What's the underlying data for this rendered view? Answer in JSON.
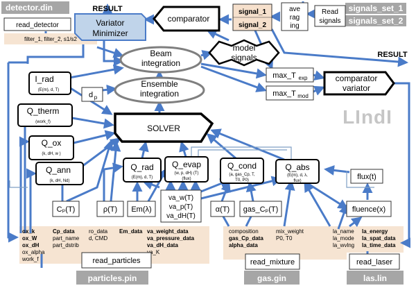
{
  "colors": {
    "arrow": "#4a7bc8",
    "file_tag": "#a6a6a6",
    "input_panel": "#f6e4d2",
    "minimizer_fill": "#c0d4ea",
    "signal_fill": "#f6e0cc",
    "watermark": "#c6c6c6"
  },
  "file_tags": {
    "detector": "detector.din",
    "signals_set_1": "signals_set_1",
    "signals_set_2": "signals_set_2",
    "particles": "particles.pin",
    "gas": "gas.gin",
    "laser": "las.lin"
  },
  "watermark": "LIndI",
  "result_top": "RESULT",
  "result_right": "RESULT",
  "variator": {
    "line1": "Variator",
    "line2": "Minimizer"
  },
  "comparator": "comparator",
  "signals": {
    "s1": "signal_1",
    "s2": "signal_2"
  },
  "averaging": {
    "l1": "ave",
    "l2": "rag",
    "l3": "ing"
  },
  "read_signals": {
    "l1": "Read",
    "l2": "signals"
  },
  "read_detector": "read_detector",
  "detector_params": "filter_1, filter_2, s1/s2",
  "beam": {
    "l1": "Beam",
    "l2": "integration"
  },
  "model_signals": {
    "l1": "model",
    "l2": "signals"
  },
  "ensemble": {
    "l1": "Ensemble",
    "l2": "integration"
  },
  "max_texp": {
    "main": "max_T",
    "sub": "exp"
  },
  "max_tmod": {
    "main": "max_T",
    "sub": "mod"
  },
  "comparator_variator": {
    "l1": "comparator",
    "l2": "variator"
  },
  "i_rad": {
    "title": "I_rad",
    "sub": "(E(m), d, T)"
  },
  "d_p": {
    "main": "d",
    "sub": "p"
  },
  "q_therm": {
    "title": "Q_therm",
    "sub": "(work_f)"
  },
  "solver": "SOLVER",
  "q_ox": {
    "title": "Q_ox",
    "sub": "(k, dH, w )"
  },
  "q_ann": {
    "title": "Q_ann",
    "sub": "(k, dH, Nd)"
  },
  "q_rad": {
    "title": "Q_rad",
    "sub": "(E(m), d, T)"
  },
  "q_evap": {
    "title": "Q_evap",
    "sub1": "(w, p, dH) (T)",
    "sub2": "(flux)"
  },
  "q_cond": {
    "title": "Q_cond",
    "sub1": "(a, gas_Cp, T,",
    "sub2": "T0, P0)"
  },
  "q_abs": {
    "title": "Q_abs",
    "sub1": "(E(m), d, λ,",
    "sub2": "flux)"
  },
  "flux": "flux(t)",
  "fluence": "fluence(x)",
  "cp": "Cₚ(T)",
  "rho": "ρ(T)",
  "em": "Em(λ)",
  "va": {
    "w": "va_w(T)",
    "p": "va_p(T)",
    "dh": "va_dH(T)"
  },
  "alpha": "α(T)",
  "gas_cp": "gas_Cₚ(T)",
  "inputs": {
    "ox": [
      "ox_k",
      "ox_W",
      "ox_dH",
      "ox_alpha",
      "work_f"
    ],
    "cp": [
      "Cp_data",
      "part_name",
      "part_dstrib"
    ],
    "ro": [
      "ro_data",
      "d, CMD"
    ],
    "em": [
      "Em_data"
    ],
    "va": [
      "va_weight_data",
      "va_pressure_data",
      "va_dH_data",
      "va_K"
    ],
    "gas": [
      "composition",
      "gas_Cp_data",
      "alpha_data"
    ],
    "mix": [
      "mix_weight",
      "P0,  T0"
    ],
    "la1": [
      "la_name",
      "la_mode",
      "la_wvlng"
    ],
    "la2": [
      "la_energy",
      "la_spat_data",
      "la_time_data"
    ]
  },
  "read_particles": "read_particles",
  "read_mixture": "read_mixture",
  "read_laser": "read_laser"
}
